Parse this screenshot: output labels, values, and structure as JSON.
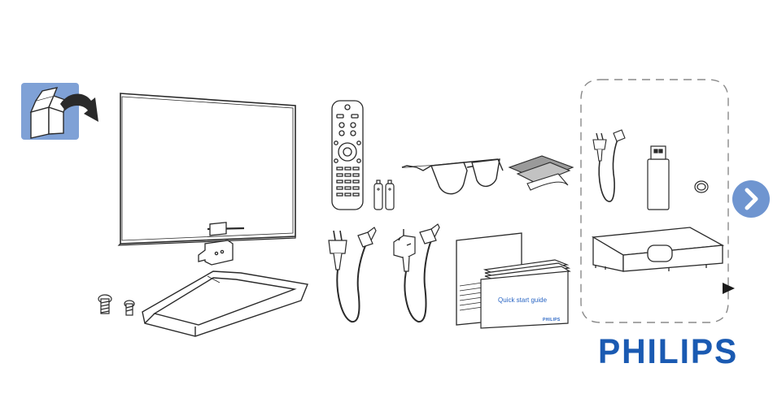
{
  "guide": {
    "quick_start_label": "Quick start guide",
    "guide_brand": "PHILIPS"
  },
  "brand": {
    "logo_text": "PHILIPS",
    "logo_color": "#1a5ab2"
  },
  "colors": {
    "unbox_tile": "#7fa1d6",
    "next_button": "#6f95d0",
    "line_art": "#2a2a2a",
    "dashed_border": "#8a8a8a"
  },
  "icons": {
    "unbox": "unbox-icon",
    "next": "chevron-right-icon",
    "play": "play-triangle-icon"
  }
}
